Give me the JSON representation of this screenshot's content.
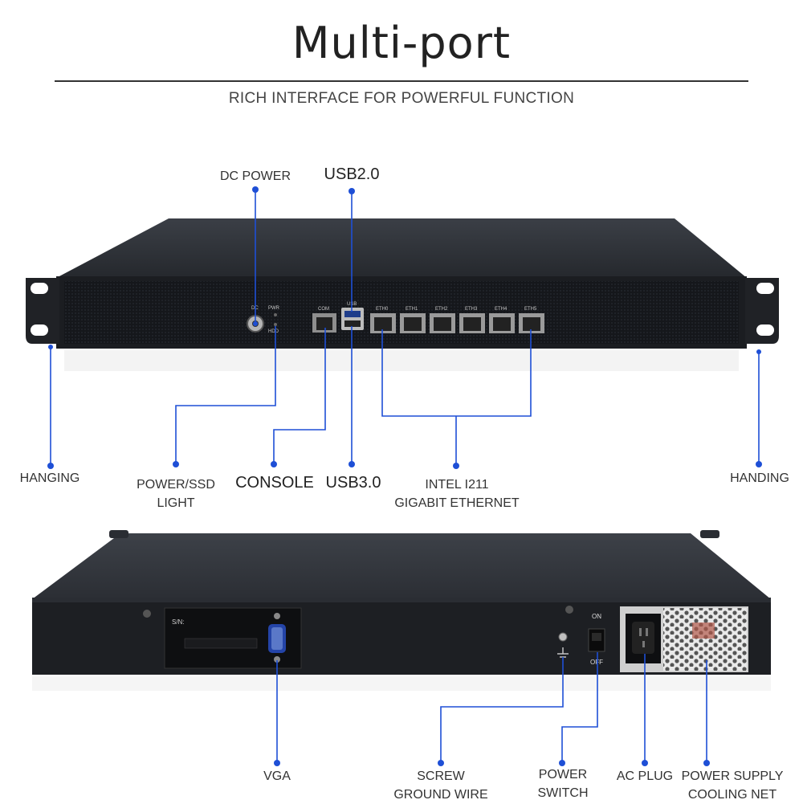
{
  "header": {
    "title": "Multi-port",
    "subtitle": "RICH INTERFACE FOR POWERFUL FUNCTION"
  },
  "front_panel": {
    "port_marks": {
      "com": "COM",
      "usb": "USB",
      "dc": "DC",
      "pwr": "PWR",
      "hdd": "HDD",
      "eth": [
        "ETH0",
        "ETH1",
        "ETH2",
        "ETH3",
        "ETH4",
        "ETH5"
      ]
    },
    "callouts": {
      "dc_power": "DC POWER",
      "usb2": "USB2.0",
      "hanging_left": "HANGING",
      "power_ssd_line1": "POWER/SSD",
      "power_ssd_line2": "LIGHT",
      "console": "CONSOLE",
      "usb3": "USB3.0",
      "ethernet_line1": "INTEL I211",
      "ethernet_line2": "GIGABIT ETHERNET",
      "handing_right": "HANDING"
    }
  },
  "rear_panel": {
    "label_marks": {
      "sn": "S/N:",
      "on": "ON",
      "off": "OFF"
    },
    "callouts": {
      "vga": "VGA",
      "screw_line1": "SCREW",
      "screw_line2": "GROUND WIRE",
      "switch_line1": "POWER",
      "switch_line2": "SWITCH",
      "ac_plug": "AC PLUG",
      "psu_line1": "POWER SUPPLY",
      "psu_line2": "COOLING NET"
    }
  },
  "colors": {
    "callout_line": "#1e4fd6",
    "chassis": "#2a2d33",
    "panel": "#17191d"
  }
}
